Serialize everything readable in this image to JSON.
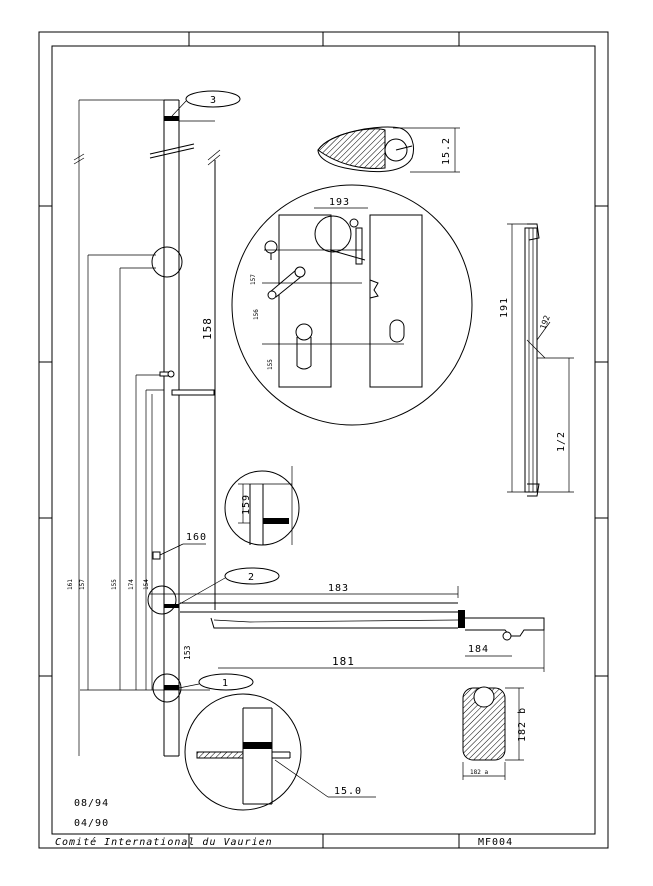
{
  "title_block": {
    "organization": "Comité International du Vaurien",
    "drawing_number": "MF004",
    "date_1": "08/94",
    "date_2": "04/90"
  },
  "callouts": {
    "c1": "1",
    "c2": "2",
    "c3": "3"
  },
  "dimensions": {
    "d152": "15.2",
    "d193": "193",
    "d191": "191",
    "d192": "192",
    "d12": "1/2",
    "d158": "158",
    "d159": "159",
    "d160": "160",
    "d183": "183",
    "d184": "184",
    "d181": "181",
    "d153": "153",
    "d150": "15.0",
    "d182b": "182 b",
    "d182a": "182 a",
    "d157": "157",
    "d156": "156",
    "d155": "155",
    "left_161": "161",
    "left_157": "157",
    "left_155": "155",
    "left_174": "174",
    "left_154": "154"
  }
}
